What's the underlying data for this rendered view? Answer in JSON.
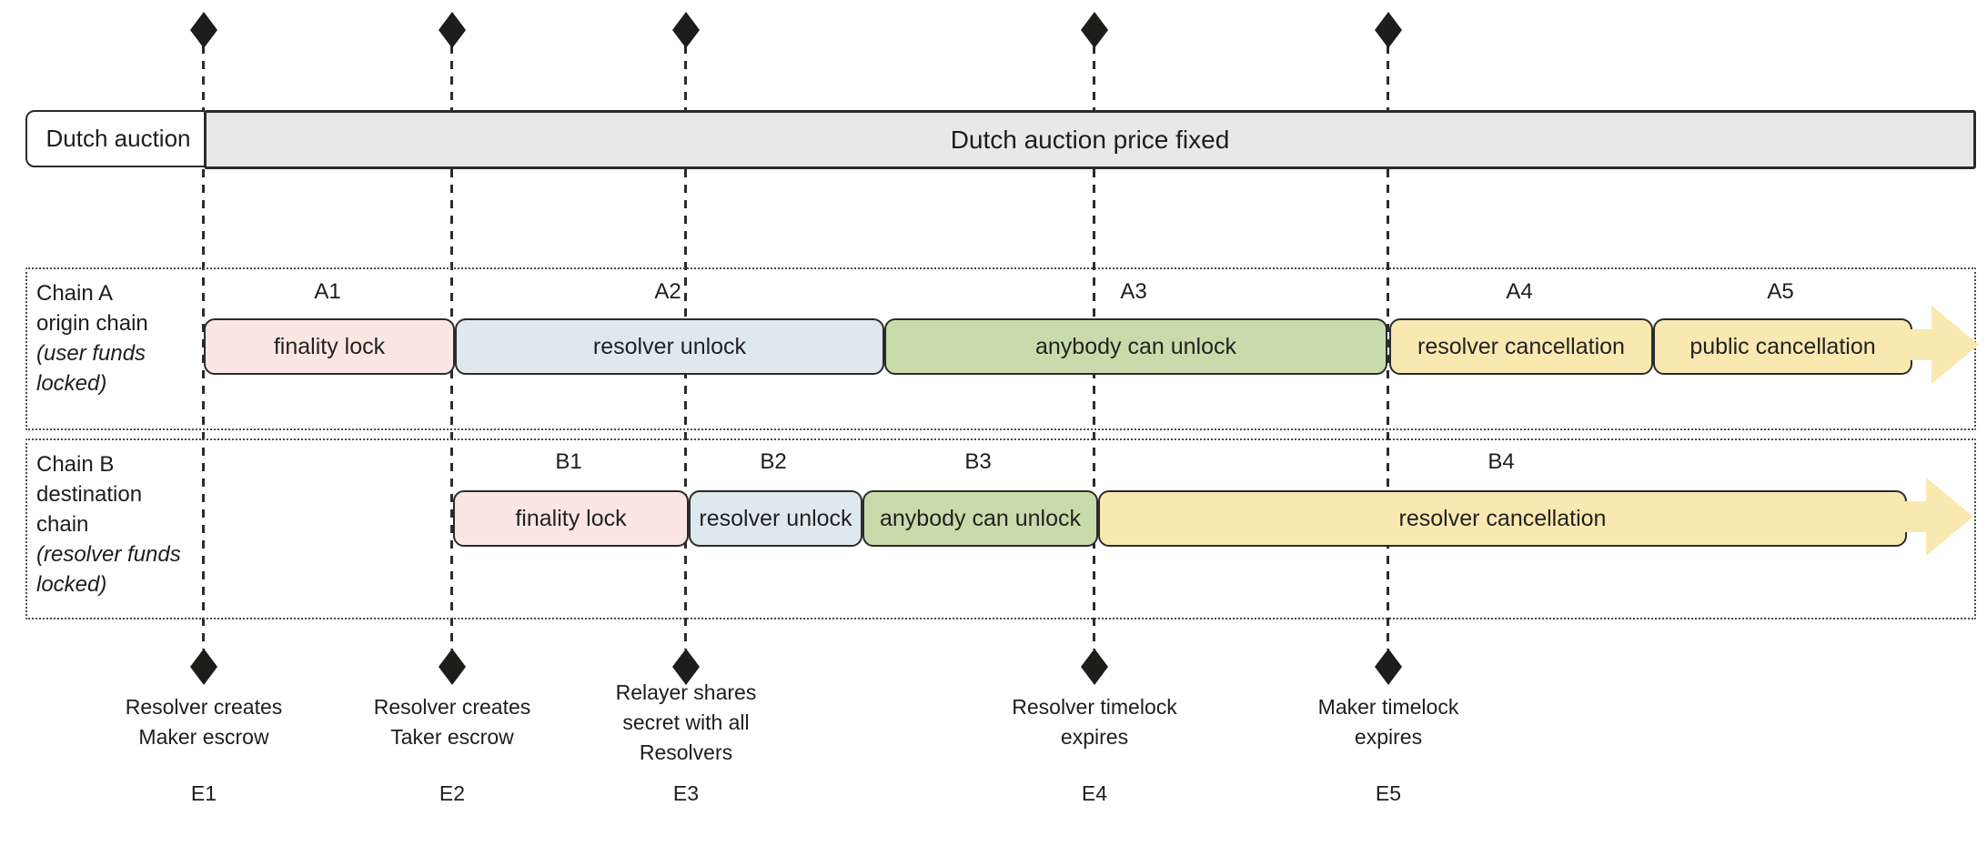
{
  "diagram": {
    "auction_label": "Dutch auction",
    "auction_bar_text": "Dutch auction price fixed"
  },
  "colors": {
    "finality_lock_fill": "#fbe6e2",
    "resolver_unlock_fill": "#dde9ec",
    "anybody_unlock_fill": "#c8dcab",
    "cancellation_fill": "#f9e8b0",
    "auction_bar_fill": "#e8e8e8",
    "outline": "#2b2b2b",
    "diamond": "#1d1d1b"
  },
  "chain_a": {
    "name": "Chain A",
    "role": "origin chain",
    "note": "(user funds locked)",
    "phases": [
      {
        "tag": "A1",
        "label": "finality lock"
      },
      {
        "tag": "A2",
        "label": "resolver unlock"
      },
      {
        "tag": "A3",
        "label": "anybody can unlock"
      },
      {
        "tag": "A4",
        "label": "resolver cancellation"
      },
      {
        "tag": "A5",
        "label": "public cancellation"
      }
    ]
  },
  "chain_b": {
    "name": "Chain B",
    "role": "destination chain",
    "note": "(resolver funds locked)",
    "phases": [
      {
        "tag": "B1",
        "label": "finality lock"
      },
      {
        "tag": "B2",
        "label": "resolver unlock"
      },
      {
        "tag": "B3",
        "label": "anybody can unlock"
      },
      {
        "tag": "B4",
        "label": "resolver cancellation"
      }
    ]
  },
  "events": [
    {
      "id": "E1",
      "lines": [
        "Resolver creates",
        "Maker escrow",
        ""
      ]
    },
    {
      "id": "E2",
      "lines": [
        "Resolver creates",
        "Taker escrow",
        ""
      ]
    },
    {
      "id": "E3",
      "lines": [
        "Relayer shares",
        "secret with all",
        "Resolvers"
      ]
    },
    {
      "id": "E4",
      "lines": [
        "Resolver timelock",
        "expires",
        ""
      ]
    },
    {
      "id": "E5",
      "lines": [
        "Maker timelock",
        "expires",
        ""
      ]
    }
  ]
}
